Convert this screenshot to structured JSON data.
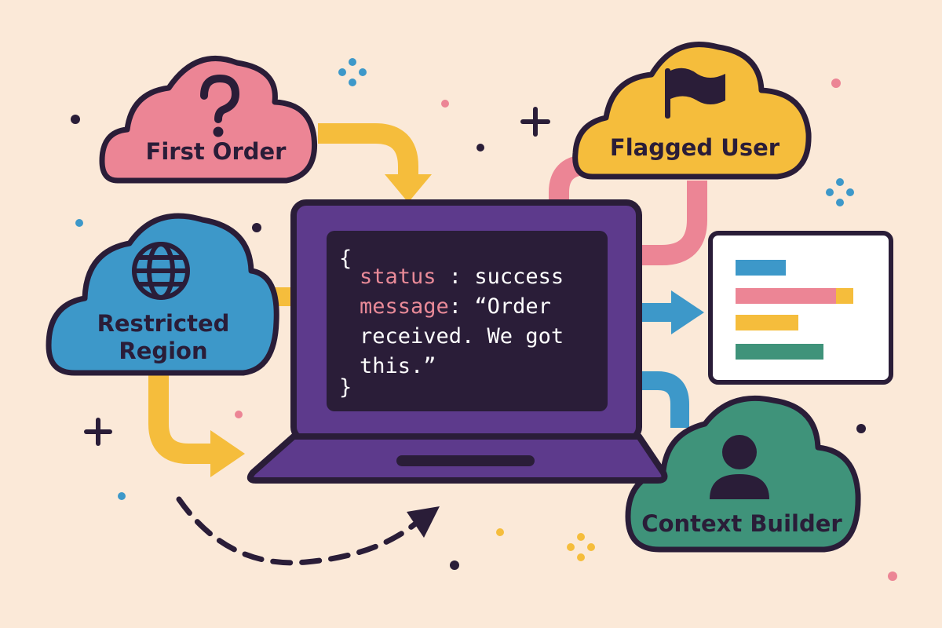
{
  "clouds": {
    "first_order": {
      "label": "First Order",
      "color": "#ec8595",
      "icon": "question-mark-icon"
    },
    "flagged_user": {
      "label": "Flagged User",
      "color": "#f5bd3c",
      "icon": "flag-icon"
    },
    "restricted_region": {
      "label_line1": "Restricted",
      "label_line2": "Region",
      "color": "#3d98c9",
      "icon": "globe-icon"
    },
    "context_builder": {
      "label": "Context Builder",
      "color": "#3f937a",
      "icon": "person-icon"
    }
  },
  "laptop": {
    "body_color": "#5d3a8c",
    "screen_color": "#2a1d38",
    "code": {
      "open_brace": "{",
      "status_key": "status",
      "status_sep": " : ",
      "status_value": "success",
      "message_key": "message",
      "message_sep": ": ",
      "message_value_1": "“Order",
      "message_value_2": "received. We got",
      "message_value_3": "this.”",
      "close_brace": "}"
    }
  },
  "report_panel": {
    "bars": [
      {
        "fraction": 0.4,
        "color": "#3d98c9"
      },
      {
        "fraction": 0.8,
        "color": "#ec8595",
        "tail_color": "#f5bd3c",
        "tail_fraction": 0.14
      },
      {
        "fraction": 0.5,
        "color": "#f5bd3c"
      },
      {
        "fraction": 0.7,
        "color": "#3f937a"
      }
    ]
  },
  "colors": {
    "background": "#fbe9d8",
    "outline": "#2a1d38",
    "pink": "#ec8595",
    "yellow": "#f5bd3c",
    "blue": "#3d98c9",
    "green": "#3f937a"
  }
}
